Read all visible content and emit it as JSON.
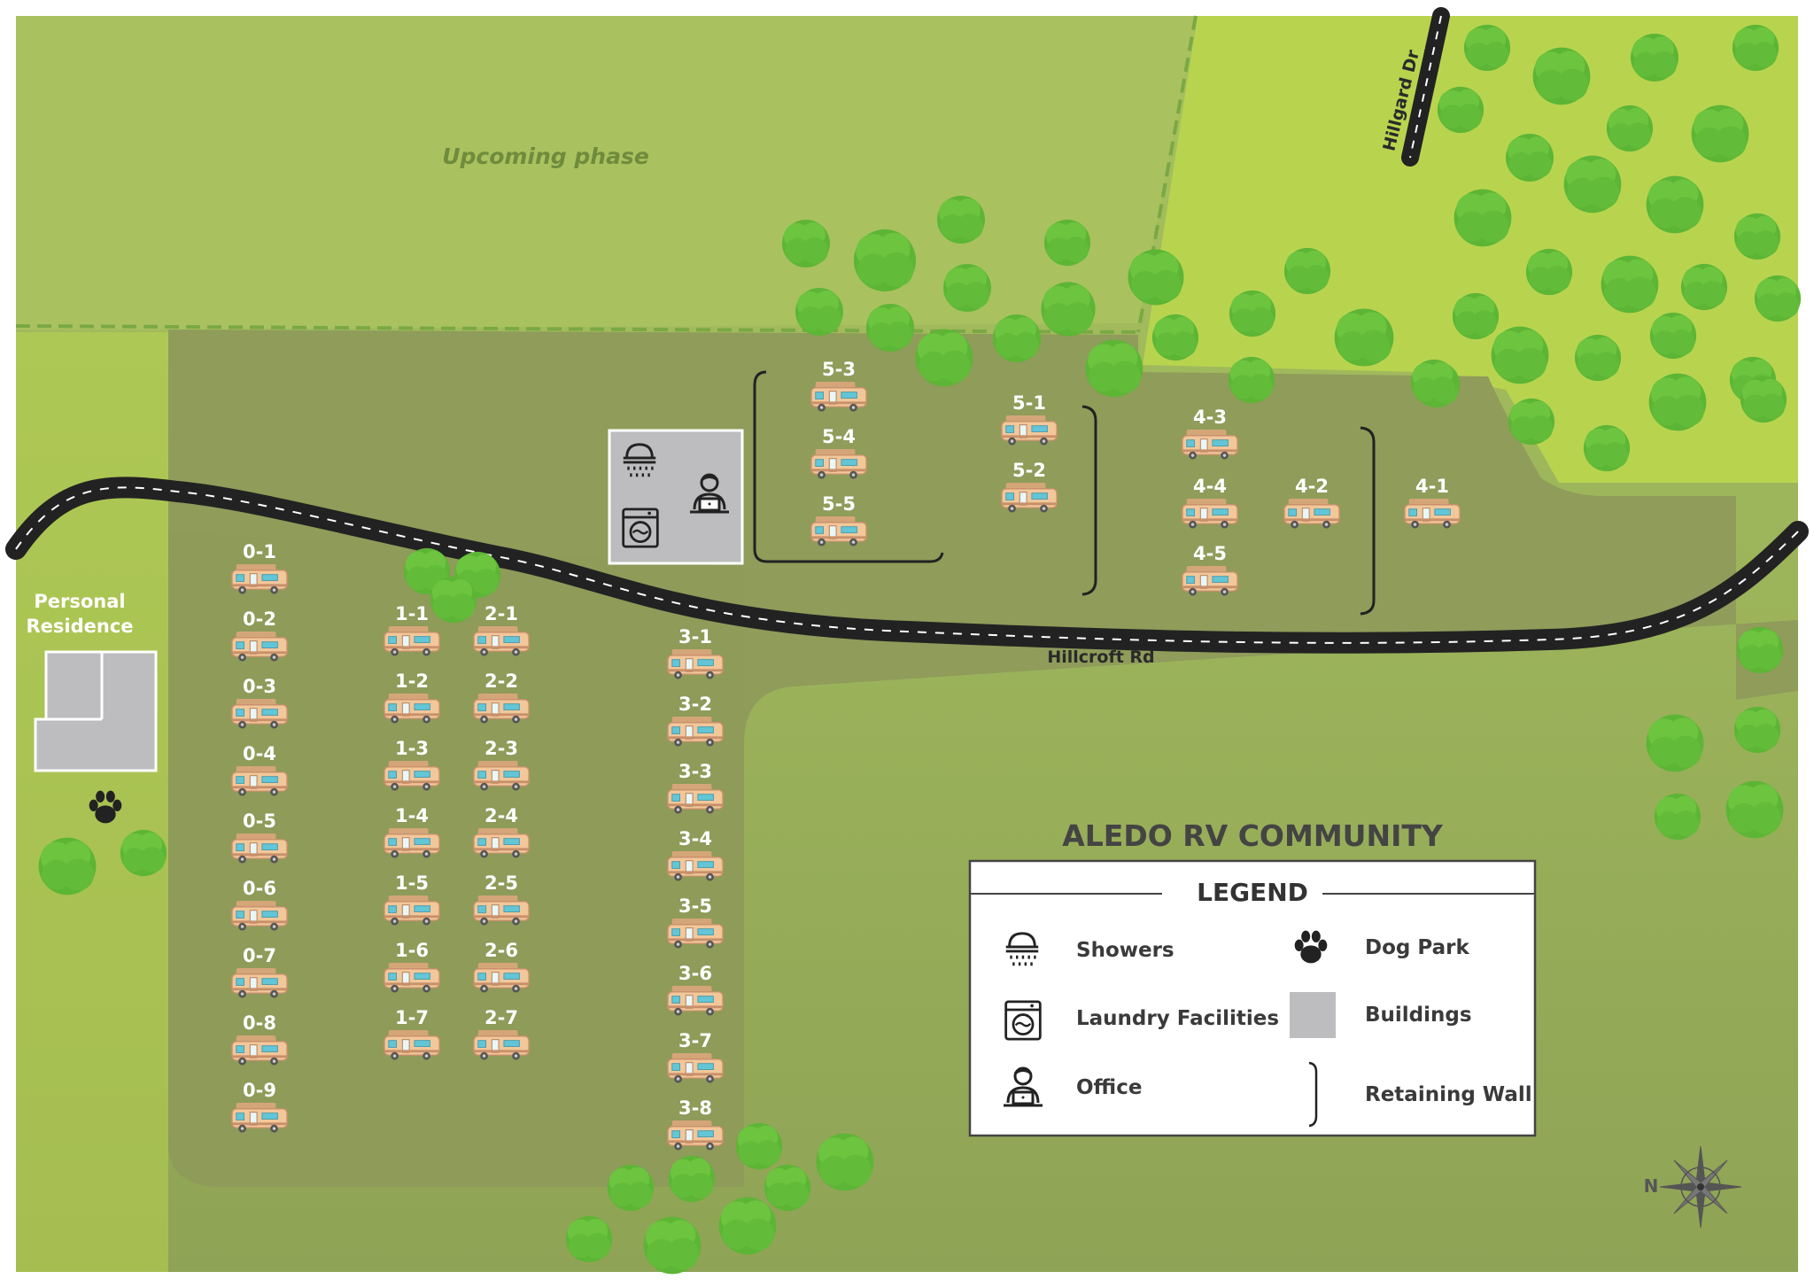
{
  "map": {
    "title": "ALEDO RV COMMUNITY",
    "phase_label": "Upcoming phase",
    "residence_label": [
      "Personal",
      "Residence"
    ],
    "roads": {
      "hillcroft": "Hillcroft Rd",
      "hillgard": "Hillgard Dr"
    },
    "compass_label": "N",
    "icons": [
      "rv-icon",
      "shower-icon",
      "laundry-icon",
      "office-icon",
      "paw-icon",
      "building-icon",
      "retaining-wall-icon",
      "compass-icon",
      "tree-icon"
    ]
  },
  "legend": {
    "title": "LEGEND",
    "items": [
      {
        "label": "Showers",
        "icon": "shower-icon"
      },
      {
        "label": "Laundry Facilities",
        "icon": "laundry-icon"
      },
      {
        "label": "Office",
        "icon": "office-icon"
      },
      {
        "label": "Dog Park",
        "icon": "paw-icon"
      },
      {
        "label": "Buildings",
        "icon": "building-icon"
      },
      {
        "label": "Retaining Wall",
        "icon": "retaining-wall-icon"
      }
    ]
  },
  "sites": [
    "0-1",
    "0-2",
    "0-3",
    "0-4",
    "0-5",
    "0-6",
    "0-7",
    "0-8",
    "0-9",
    "1-1",
    "1-2",
    "1-3",
    "1-4",
    "1-5",
    "1-6",
    "1-7",
    "2-1",
    "2-2",
    "2-3",
    "2-4",
    "2-5",
    "2-6",
    "2-7",
    "3-1",
    "3-2",
    "3-3",
    "3-4",
    "3-5",
    "3-6",
    "3-7",
    "3-8",
    "4-1",
    "4-2",
    "4-3",
    "4-4",
    "4-5",
    "5-1",
    "5-2",
    "5-3",
    "5-4",
    "5-5"
  ],
  "colors": {
    "grass": "#9fba5c",
    "phase_area": "#a9c25f",
    "lime": "#b8d44f",
    "lot": "#8f9c5a",
    "road": "#222222",
    "tree": "#6ac13c",
    "rv": "#f2c79a",
    "building": "#bdbdbf"
  }
}
